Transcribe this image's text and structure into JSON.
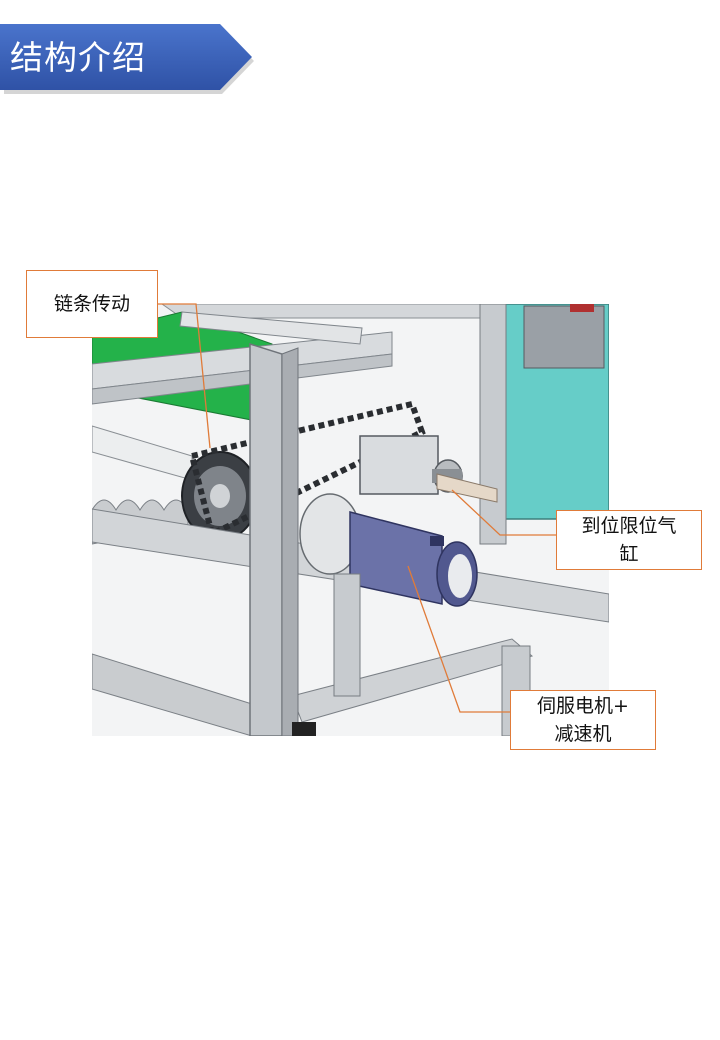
{
  "banner": {
    "title": "结构介绍",
    "color": "#3a5fb5"
  },
  "figure": {
    "callouts": {
      "chain_drive": "链条传动",
      "limit_cylinder_line1": "到位限位气",
      "limit_cylinder_line2": "缸",
      "servo_line1": "伺服电机+",
      "servo_line2": "减速机"
    },
    "colors": {
      "callout_border": "#e07b39",
      "frame": "#c7cbcf",
      "guard": "#24b24a",
      "cabinet": "#66cdc8",
      "motor": "#6b72a8"
    }
  }
}
